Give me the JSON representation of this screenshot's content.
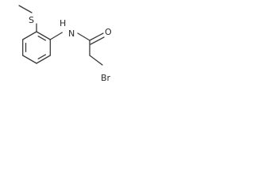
{
  "molecule": {
    "atoms": {
      "sulfur": "S",
      "nitrogen": "N",
      "hydrogen": "H",
      "oxygen": "O",
      "bromine": "Br"
    }
  }
}
